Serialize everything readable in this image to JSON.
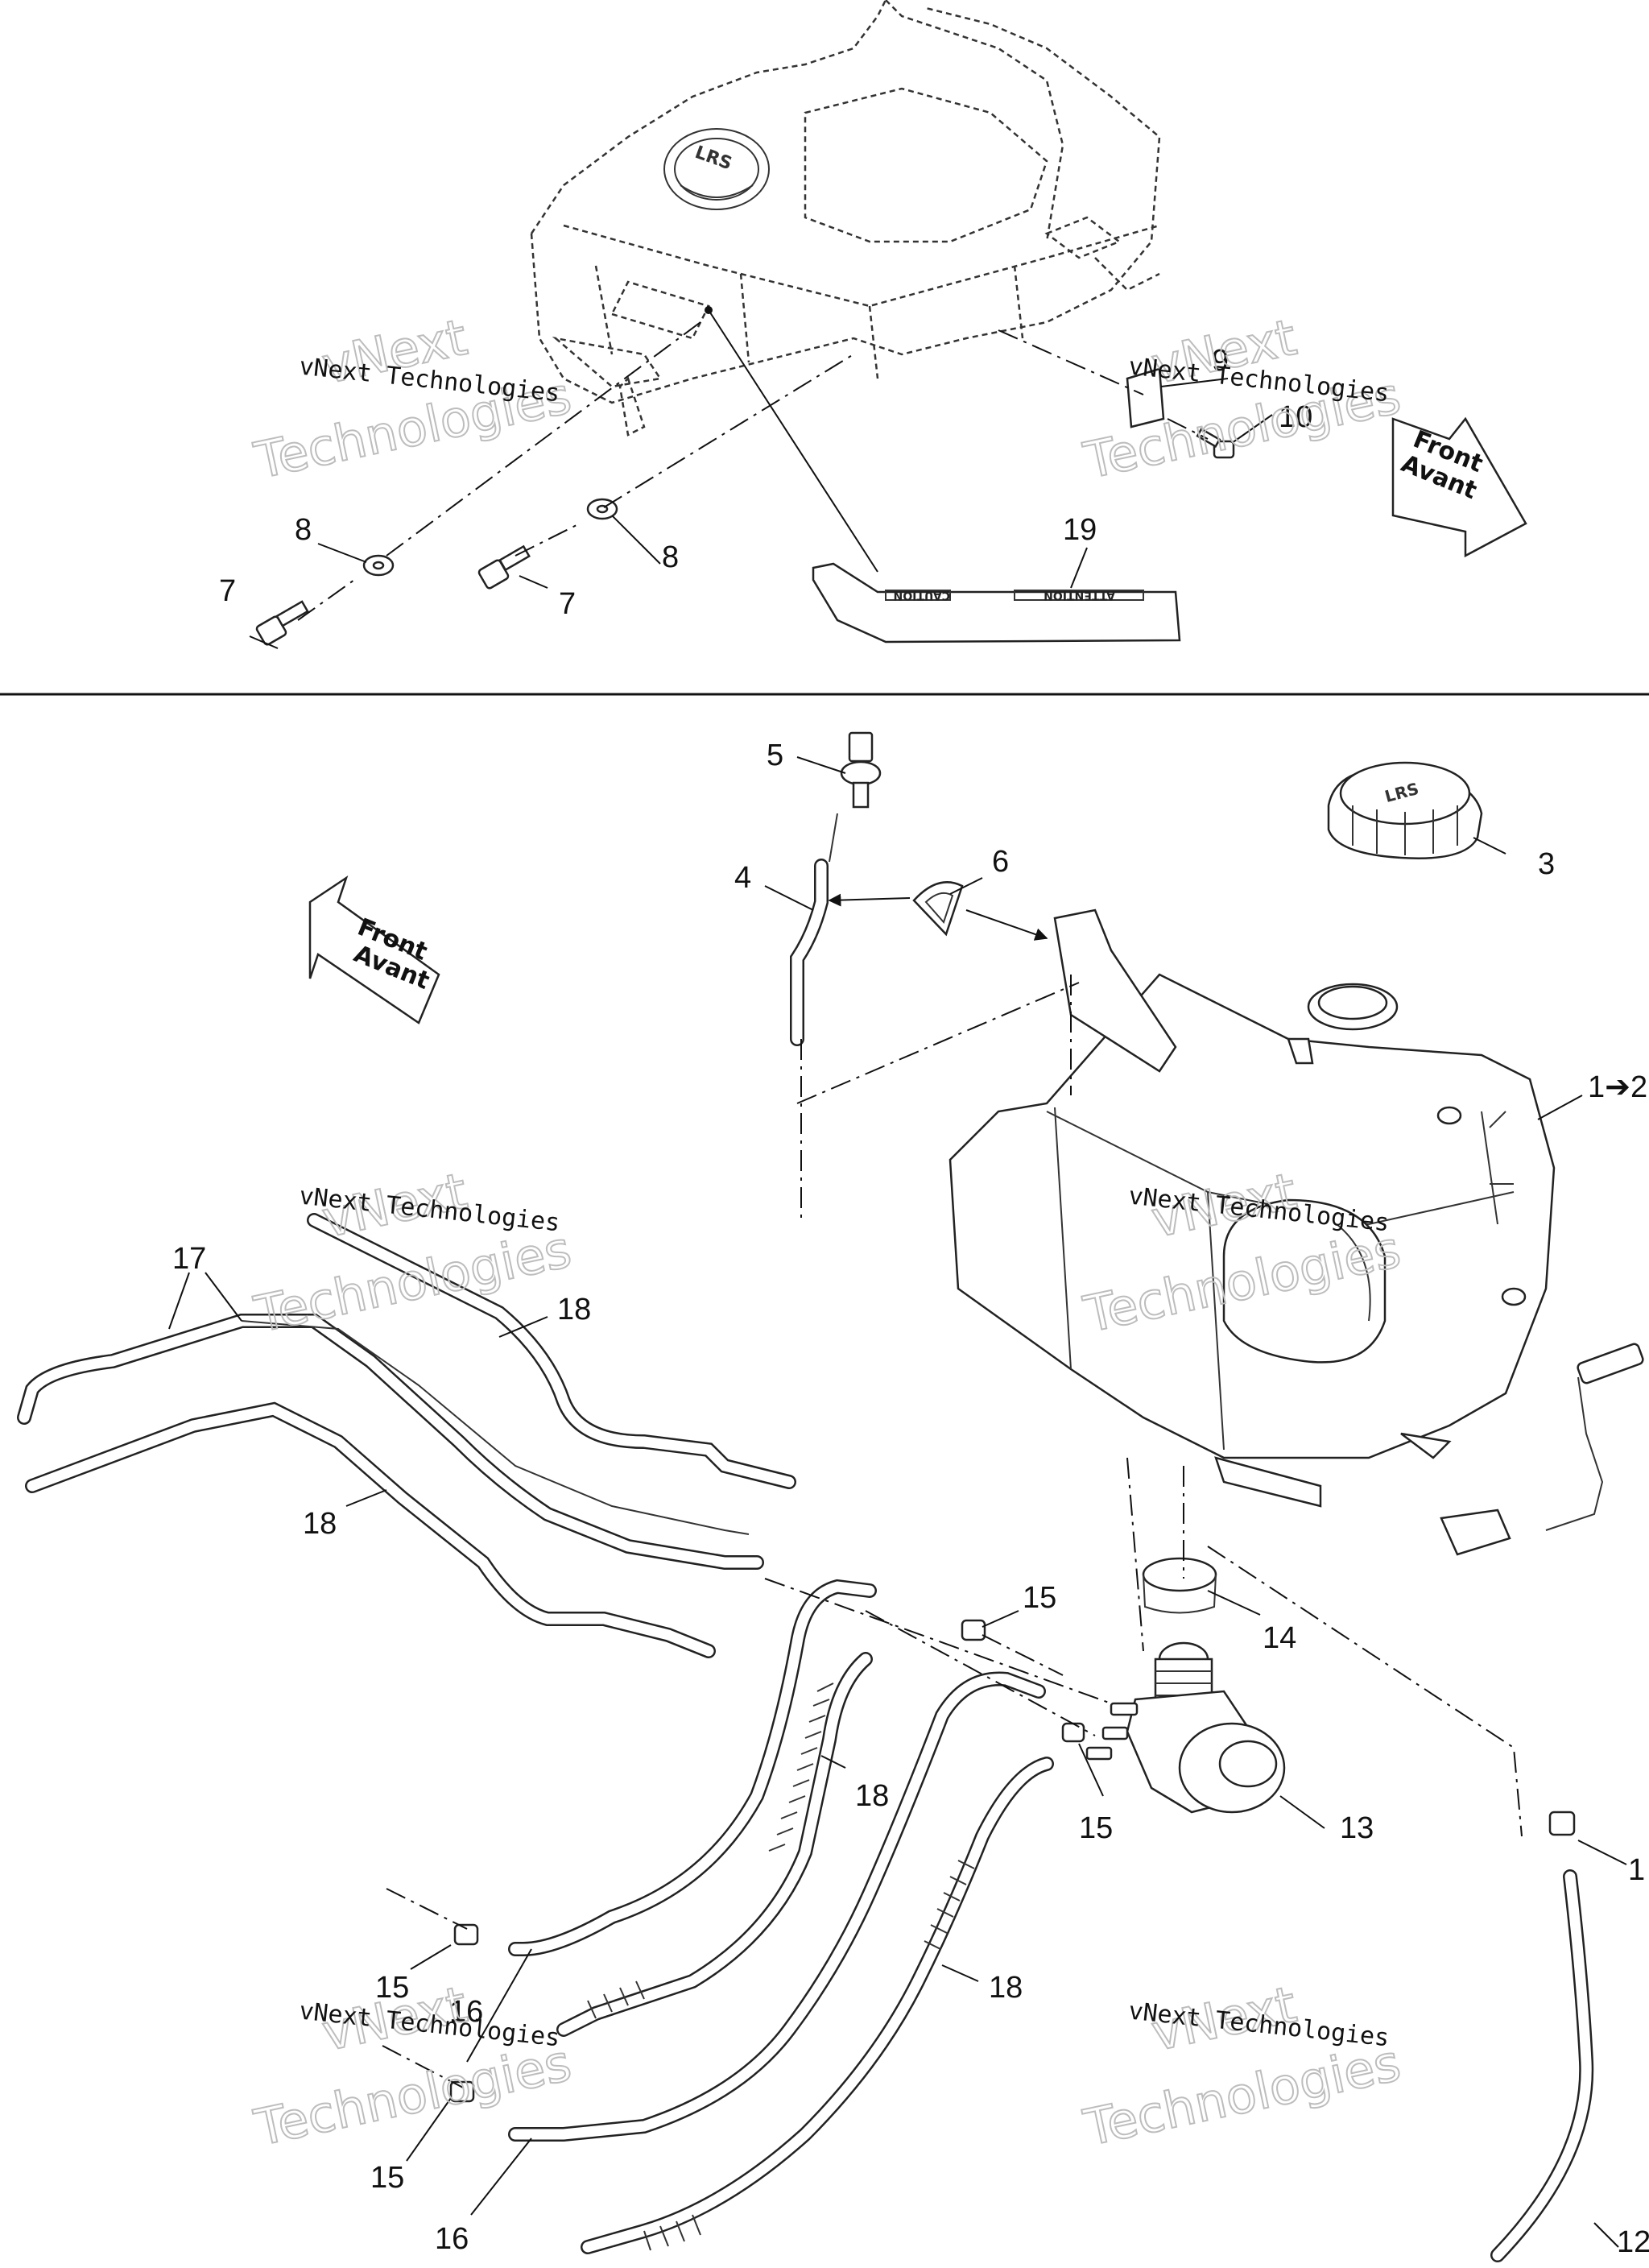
{
  "watermark": {
    "line": "vNext Technologies",
    "big_top": "vNext",
    "big_bottom": "Technologies"
  },
  "front_arrow": {
    "line1": "Front",
    "line2": "Avant"
  },
  "decal": {
    "left_text": "CAUTION",
    "right_text": "ATTENTION"
  },
  "callouts": {
    "c1_2": "1➔2",
    "c3": "3",
    "c4": "4",
    "c5": "5",
    "c6": "6",
    "c7": "7",
    "c8": "8",
    "c9": "9",
    "c10": "10",
    "c11": "1",
    "c12": "12",
    "c13": "13",
    "c14": "14",
    "c15": "15",
    "c16": "16",
    "c17": "17",
    "c18": "18",
    "c19": "19"
  }
}
